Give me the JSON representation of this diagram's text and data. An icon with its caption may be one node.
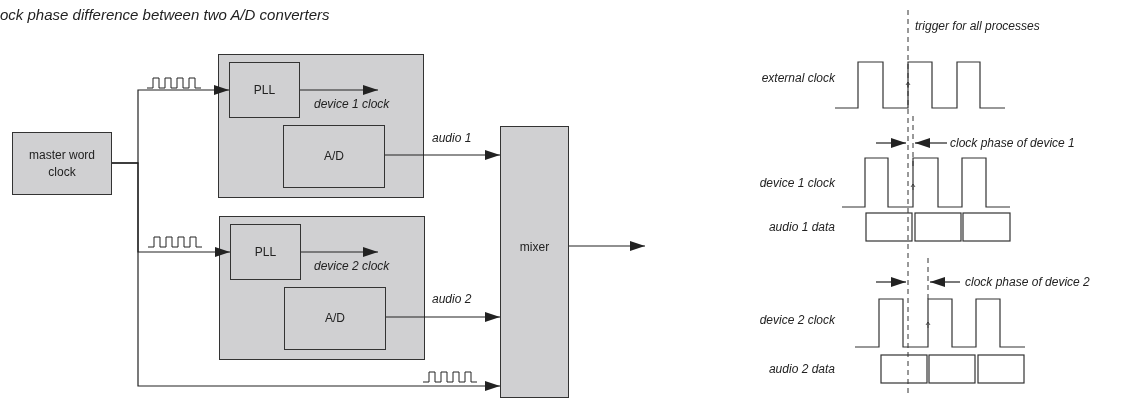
{
  "diagram": {
    "title": "ock phase difference between two A/D converters",
    "nodes": [
      {
        "text": [
          "master word clock"
        ]
      },
      {
        "text": [],
        "shape": "box"
      },
      {
        "text": [
          "PLL"
        ],
        "in": 1
      },
      {
        "text": [
          "A/D"
        ],
        "in": 1
      },
      {
        "text": [],
        "shape": "box"
      },
      {
        "text": [
          "PLL"
        ],
        "in": 4
      },
      {
        "text": [
          "A/D"
        ],
        "in": 4
      },
      {
        "text": [
          "mixer"
        ]
      }
    ],
    "edges": [
      {
        "from": 0,
        "to": 2,
        "arrow": "to"
      },
      {
        "from": 0,
        "to": 5,
        "arrow": "to"
      },
      {
        "from": 0,
        "to": 7,
        "arrow": "to"
      },
      {
        "from": 3,
        "to": 7,
        "arrow": "to",
        "label": "audio 1"
      },
      {
        "from": 6,
        "to": 7,
        "arrow": "to",
        "label": "audio 2"
      },
      {
        "from": 2,
        "to": null,
        "arrow": "to",
        "label": "device 1 clock"
      },
      {
        "from": 5,
        "to": null,
        "arrow": "to",
        "label": "device 2 clock"
      },
      {
        "from": 7,
        "to": null,
        "arrow": "to"
      }
    ],
    "labels": [
      "trigger for all processes",
      "external clock",
      "clock phase of device 1",
      "device 1 clock",
      "audio 1 data",
      "clock phase of device 2",
      "device 2 clock",
      "audio 2 data"
    ]
  }
}
